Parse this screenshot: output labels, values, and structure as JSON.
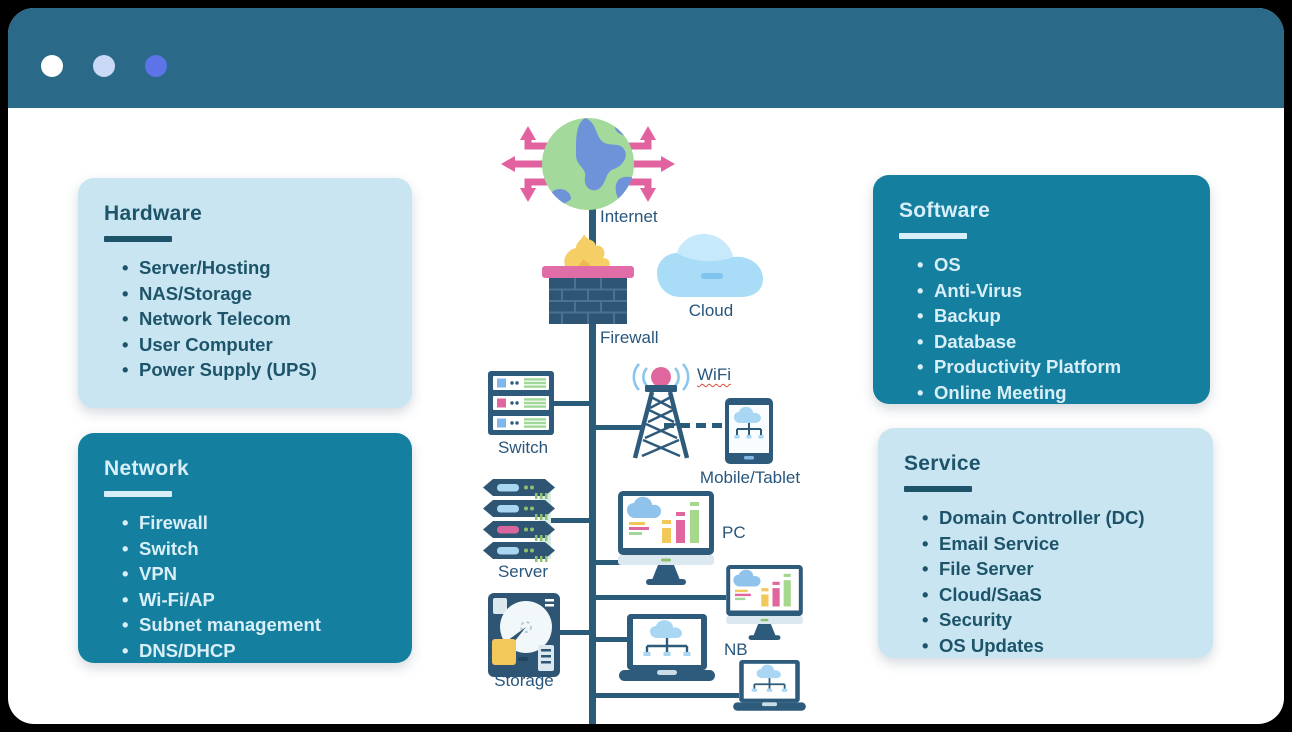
{
  "header": {
    "dot_colors": [
      "#FFFFFF",
      "#C9D9F6",
      "#5D74E8"
    ]
  },
  "cards": {
    "hardware": {
      "title": "Hardware",
      "items": [
        "Server/Hosting",
        "NAS/Storage",
        "Network Telecom",
        "User Computer",
        "Power Supply (UPS)"
      ]
    },
    "network": {
      "title": "Network",
      "items": [
        "Firewall",
        "Switch",
        "VPN",
        "Wi-Fi/AP",
        "Subnet management",
        "DNS/DHCP"
      ]
    },
    "software": {
      "title": "Software",
      "items": [
        "OS",
        "Anti-Virus",
        "Backup",
        "Database",
        "Productivity Platform",
        "Online Meeting"
      ]
    },
    "service": {
      "title": "Service",
      "items": [
        "Domain Controller (DC)",
        "Email Service",
        "File Server",
        "Cloud/SaaS",
        "Security",
        "OS Updates"
      ]
    }
  },
  "diagram": {
    "labels": {
      "internet": "Internet",
      "cloud": "Cloud",
      "firewall": "Firewall",
      "switch": "Switch",
      "wifi": "WiFi",
      "mobile_tablet": "Mobile/Tablet",
      "server": "Server",
      "pc": "PC",
      "storage": "Storage",
      "nb": "NB"
    },
    "icons": [
      "internet-globe-icon",
      "cloud-icon",
      "firewall-icon",
      "switch-icon",
      "wifi-tower-icon",
      "tablet-icon",
      "server-rack-icon",
      "desktop-monitor-icon",
      "storage-drive-icon",
      "laptop-icon"
    ]
  },
  "colors": {
    "frame": "#000000",
    "header_bg": "#2A6A88",
    "body_bg": "#FFFFFF",
    "card_light_bg": "#C9E5F2",
    "card_dark_bg": "#157F9F",
    "text_dark": "#1D5469",
    "text_light": "#D9EFF8",
    "line": "#2A5B78",
    "label_text": "#28567C",
    "wifi_underline": "#D94F3C"
  }
}
